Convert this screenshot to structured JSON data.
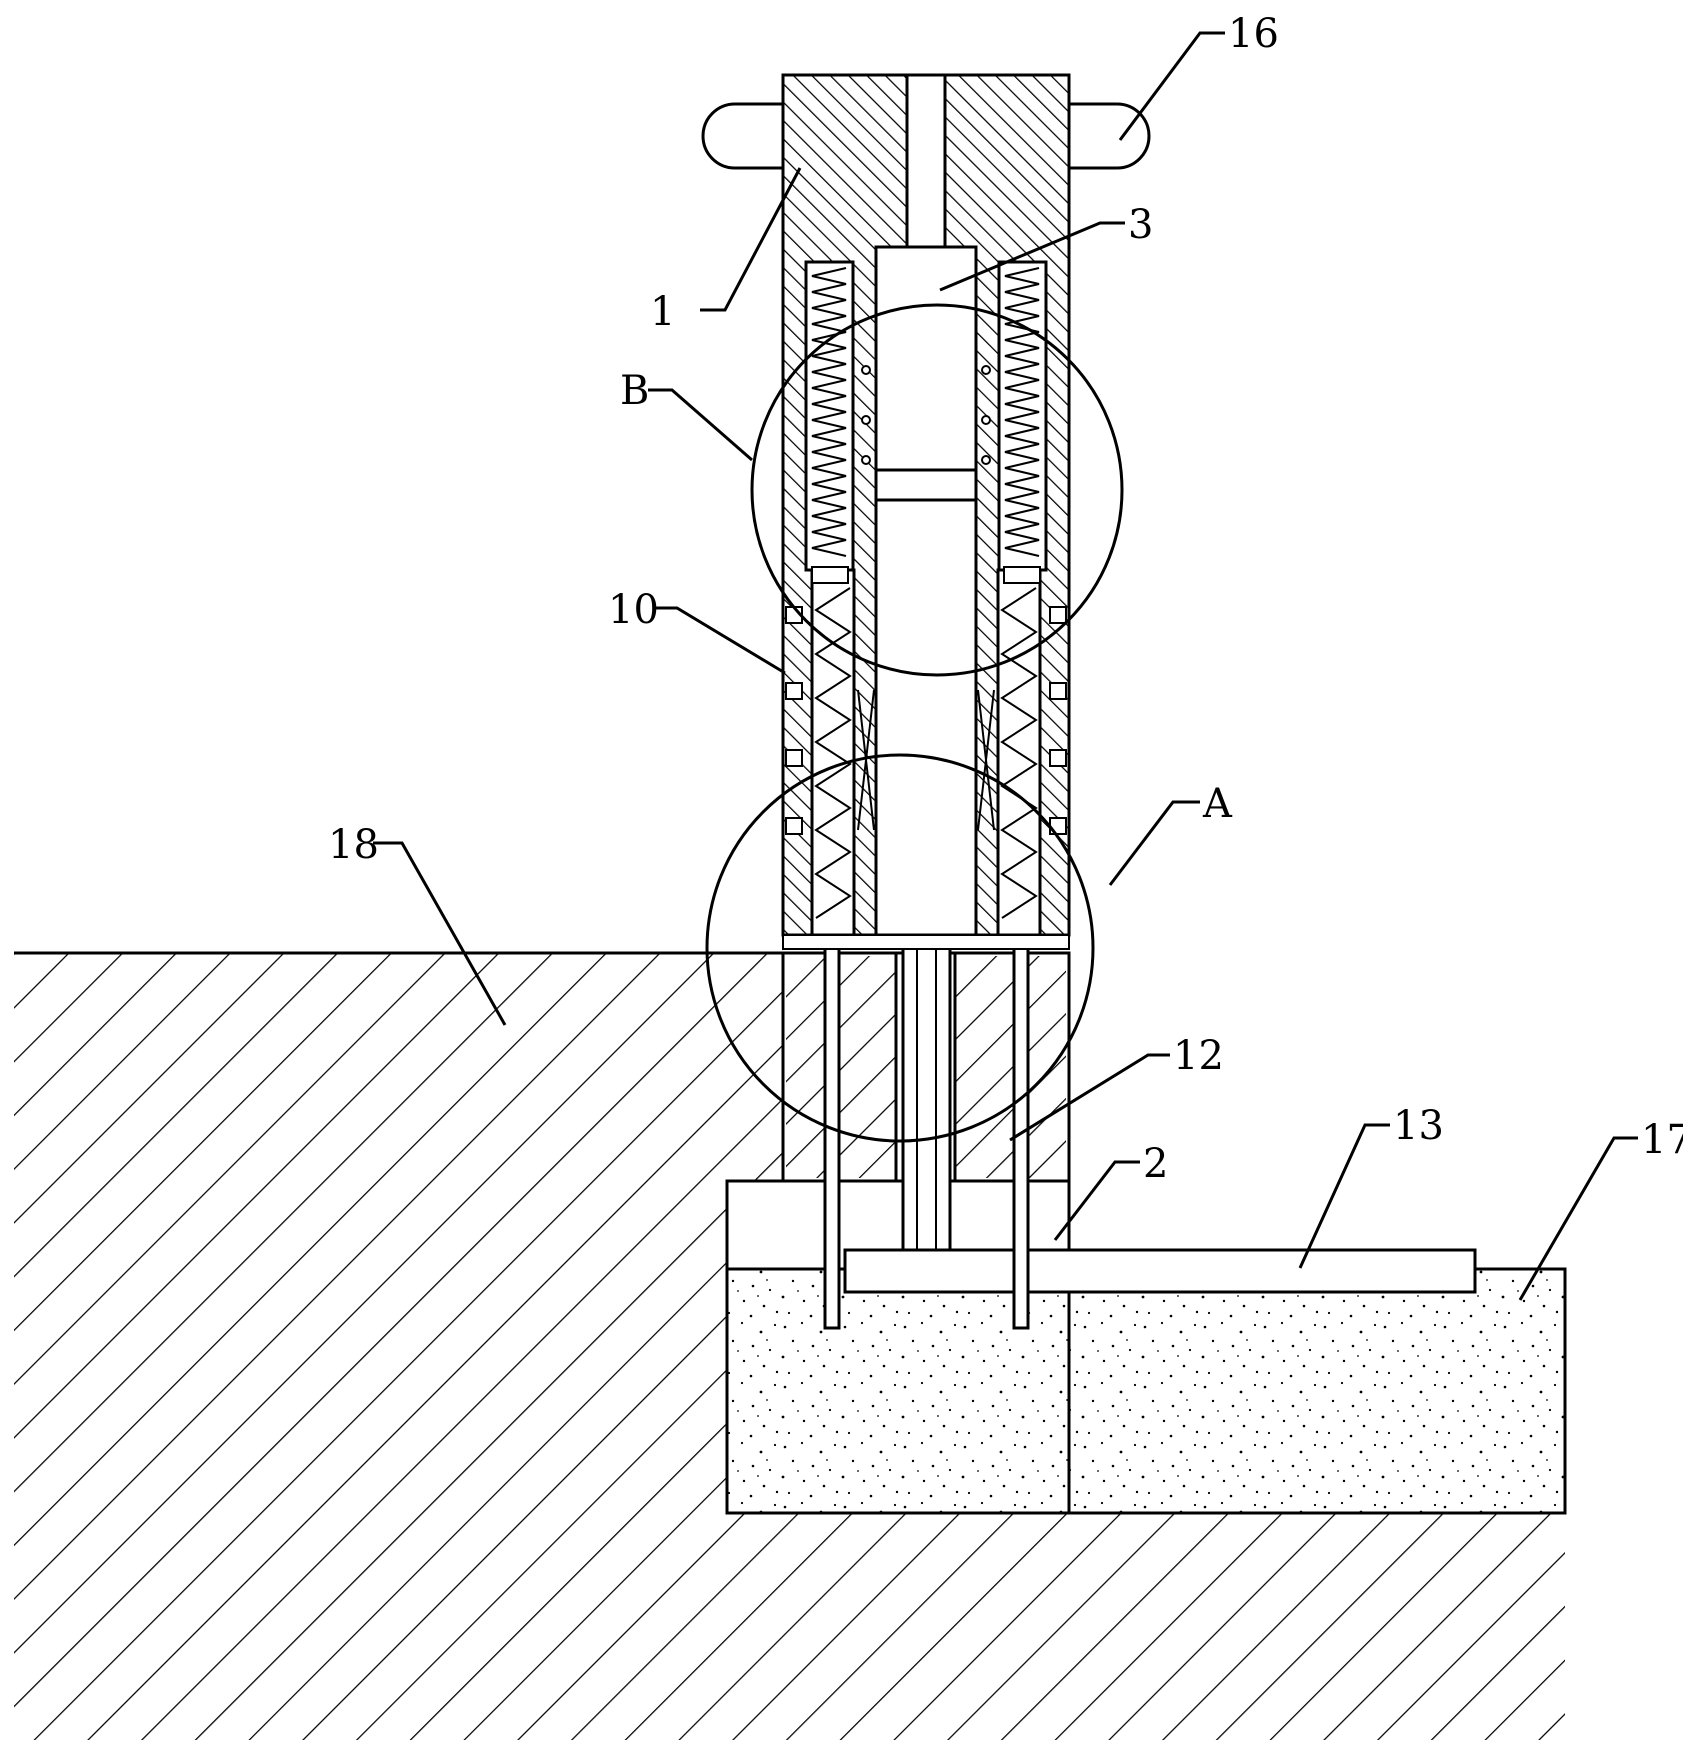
{
  "figure": {
    "labels": {
      "l1": "1",
      "l2": "2",
      "l3": "3",
      "l10": "10",
      "l12": "12",
      "l13": "13",
      "l16": "16",
      "l17": "17",
      "l18": "18",
      "lA": "A",
      "lB": "B"
    }
  }
}
